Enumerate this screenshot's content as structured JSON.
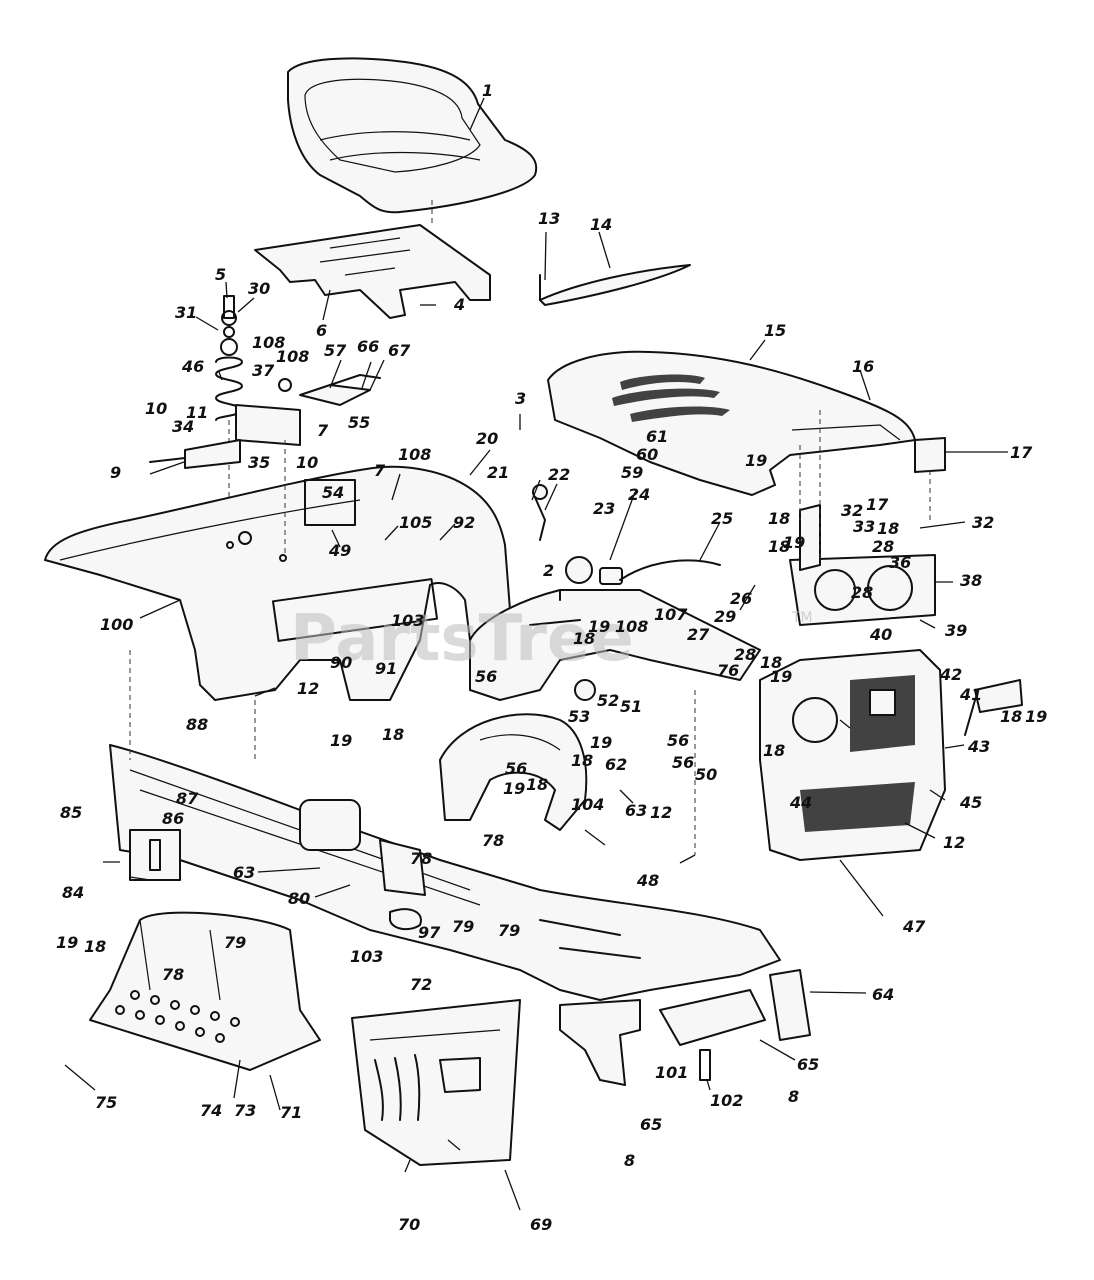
{
  "watermark": {
    "text": "PartsTree",
    "tm": "TM"
  },
  "callouts": [
    {
      "id": "c1",
      "text": "1"
    },
    {
      "id": "c4",
      "text": "4"
    },
    {
      "id": "c5",
      "text": "5"
    },
    {
      "id": "c30",
      "text": "30"
    },
    {
      "id": "c31",
      "text": "31"
    },
    {
      "id": "c6",
      "text": "6"
    },
    {
      "id": "c46",
      "text": "46"
    },
    {
      "id": "c108a",
      "text": "108"
    },
    {
      "id": "c108b",
      "text": "108"
    },
    {
      "id": "c37",
      "text": "37"
    },
    {
      "id": "c57",
      "text": "57"
    },
    {
      "id": "c66",
      "text": "66"
    },
    {
      "id": "c67",
      "text": "67"
    },
    {
      "id": "c13",
      "text": "13"
    },
    {
      "id": "c14",
      "text": "14"
    },
    {
      "id": "c15",
      "text": "15"
    },
    {
      "id": "c16",
      "text": "16"
    },
    {
      "id": "c17a",
      "text": "17"
    },
    {
      "id": "c3",
      "text": "3"
    },
    {
      "id": "c61",
      "text": "61"
    },
    {
      "id": "c60",
      "text": "60"
    },
    {
      "id": "c59",
      "text": "59"
    },
    {
      "id": "c19a",
      "text": "19"
    },
    {
      "id": "c18a",
      "text": "18"
    },
    {
      "id": "c17b",
      "text": "17"
    },
    {
      "id": "c10a",
      "text": "10"
    },
    {
      "id": "c34",
      "text": "34"
    },
    {
      "id": "c11",
      "text": "11"
    },
    {
      "id": "c9",
      "text": "9"
    },
    {
      "id": "c35",
      "text": "35"
    },
    {
      "id": "c7a",
      "text": "7"
    },
    {
      "id": "c55",
      "text": "55"
    },
    {
      "id": "c10b",
      "text": "10"
    },
    {
      "id": "c20",
      "text": "20"
    },
    {
      "id": "c7b",
      "text": "7"
    },
    {
      "id": "c108c",
      "text": "108"
    },
    {
      "id": "c54",
      "text": "54"
    },
    {
      "id": "c21",
      "text": "21"
    },
    {
      "id": "c22",
      "text": "22"
    },
    {
      "id": "c24",
      "text": "24"
    },
    {
      "id": "c23",
      "text": "23"
    },
    {
      "id": "c25",
      "text": "25"
    },
    {
      "id": "c32a",
      "text": "32"
    },
    {
      "id": "c33",
      "text": "33"
    },
    {
      "id": "c18b",
      "text": "18"
    },
    {
      "id": "c32b",
      "text": "32"
    },
    {
      "id": "c49",
      "text": "49"
    },
    {
      "id": "c105",
      "text": "105"
    },
    {
      "id": "c92",
      "text": "92"
    },
    {
      "id": "c18c",
      "text": "18"
    },
    {
      "id": "c19b",
      "text": "19"
    },
    {
      "id": "c28a",
      "text": "28"
    },
    {
      "id": "c36",
      "text": "36"
    },
    {
      "id": "c38",
      "text": "38"
    },
    {
      "id": "c2",
      "text": "2"
    },
    {
      "id": "c26",
      "text": "26"
    },
    {
      "id": "c28b",
      "text": "28"
    },
    {
      "id": "c100",
      "text": "100"
    },
    {
      "id": "c103a",
      "text": "103"
    },
    {
      "id": "c19c",
      "text": "19"
    },
    {
      "id": "c107",
      "text": "107"
    },
    {
      "id": "c29",
      "text": "29"
    },
    {
      "id": "c39",
      "text": "39"
    },
    {
      "id": "c18d",
      "text": "18"
    },
    {
      "id": "c108d",
      "text": "108"
    },
    {
      "id": "c27",
      "text": "27"
    },
    {
      "id": "c40",
      "text": "40"
    },
    {
      "id": "c90",
      "text": "90"
    },
    {
      "id": "c91",
      "text": "91"
    },
    {
      "id": "c56a",
      "text": "56"
    },
    {
      "id": "c28c",
      "text": "28"
    },
    {
      "id": "c18e",
      "text": "18"
    },
    {
      "id": "c76",
      "text": "76"
    },
    {
      "id": "c19d",
      "text": "19"
    },
    {
      "id": "c42",
      "text": "42"
    },
    {
      "id": "c12a",
      "text": "12"
    },
    {
      "id": "c52",
      "text": "52"
    },
    {
      "id": "c51",
      "text": "51"
    },
    {
      "id": "c41",
      "text": "41"
    },
    {
      "id": "c18f",
      "text": "18"
    },
    {
      "id": "c19e",
      "text": "19"
    },
    {
      "id": "c88",
      "text": "88"
    },
    {
      "id": "c53",
      "text": "53"
    },
    {
      "id": "c19f",
      "text": "19"
    },
    {
      "id": "c56b",
      "text": "56"
    },
    {
      "id": "c18g",
      "text": "18"
    },
    {
      "id": "c43",
      "text": "43"
    },
    {
      "id": "c19g",
      "text": "19"
    },
    {
      "id": "c18h",
      "text": "18"
    },
    {
      "id": "c18i",
      "text": "18"
    },
    {
      "id": "c62",
      "text": "62"
    },
    {
      "id": "c56c",
      "text": "56"
    },
    {
      "id": "c50",
      "text": "50"
    },
    {
      "id": "c56d",
      "text": "56"
    },
    {
      "id": "c44",
      "text": "44"
    },
    {
      "id": "c45",
      "text": "45"
    },
    {
      "id": "c19h",
      "text": "19"
    },
    {
      "id": "c18j",
      "text": "18"
    },
    {
      "id": "c104",
      "text": "104"
    },
    {
      "id": "c63a",
      "text": "63"
    },
    {
      "id": "c12b",
      "text": "12"
    },
    {
      "id": "c85",
      "text": "85"
    },
    {
      "id": "c87",
      "text": "87"
    },
    {
      "id": "c86",
      "text": "86"
    },
    {
      "id": "c12c",
      "text": "12"
    },
    {
      "id": "c78a",
      "text": "78"
    },
    {
      "id": "c78b",
      "text": "78"
    },
    {
      "id": "c63b",
      "text": "63"
    },
    {
      "id": "c48",
      "text": "48"
    },
    {
      "id": "c84",
      "text": "84"
    },
    {
      "id": "c80",
      "text": "80"
    },
    {
      "id": "c79a",
      "text": "79"
    },
    {
      "id": "c79b",
      "text": "79"
    },
    {
      "id": "c97",
      "text": "97"
    },
    {
      "id": "c47",
      "text": "47"
    },
    {
      "id": "c19i",
      "text": "19"
    },
    {
      "id": "c18k",
      "text": "18"
    },
    {
      "id": "c79c",
      "text": "79"
    },
    {
      "id": "c103b",
      "text": "103"
    },
    {
      "id": "c72",
      "text": "72"
    },
    {
      "id": "c64",
      "text": "64"
    },
    {
      "id": "c78c",
      "text": "78"
    },
    {
      "id": "c101",
      "text": "101"
    },
    {
      "id": "c65a",
      "text": "65"
    },
    {
      "id": "c75",
      "text": "75"
    },
    {
      "id": "c74",
      "text": "74"
    },
    {
      "id": "c73",
      "text": "73"
    },
    {
      "id": "c71",
      "text": "71"
    },
    {
      "id": "c102",
      "text": "102"
    },
    {
      "id": "c8a",
      "text": "8"
    },
    {
      "id": "c65b",
      "text": "65"
    },
    {
      "id": "c8b",
      "text": "8"
    },
    {
      "id": "c70",
      "text": "70"
    },
    {
      "id": "c69",
      "text": "69"
    }
  ]
}
